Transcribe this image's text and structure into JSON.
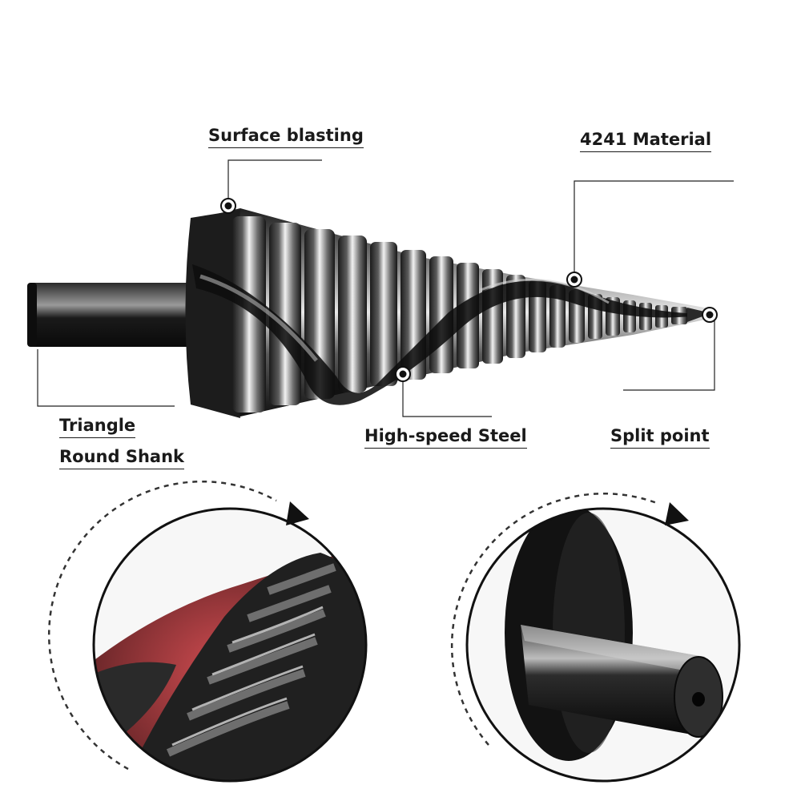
{
  "labels": {
    "surface_blasting": "Surface blasting",
    "material": "4241 Material",
    "shank_line1": "Triangle",
    "shank_line2": "Round Shank",
    "steel": "High-speed Steel",
    "split_point": "Split point"
  },
  "colors": {
    "bit_dark": "#141414",
    "bit_highlight": "#f0f0f0",
    "bit_mid": "#6a6a6a",
    "coating_red": "#a31e24",
    "leader_line": "#222222",
    "label_text": "#1a1a1a",
    "background": "#ffffff"
  },
  "icons": {
    "arrow": "rotation-arrow-icon",
    "marker": "callout-dot-icon"
  }
}
